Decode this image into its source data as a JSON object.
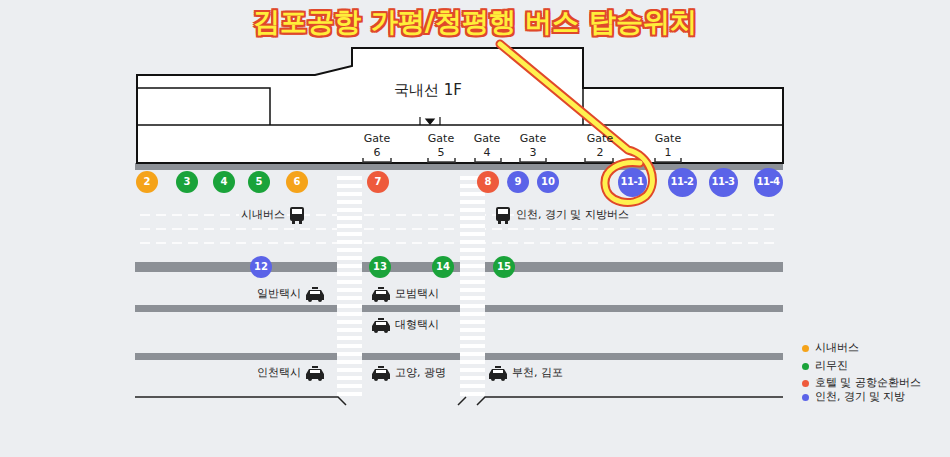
{
  "diagram": {
    "title": "김포공항 가평/청평행 버스 탑승위치",
    "nodes": [
      {
        "text": [
          "국내선 1F"
        ]
      },
      {
        "text": [
          "2"
        ]
      },
      {
        "text": [
          "3"
        ]
      },
      {
        "text": [
          "4"
        ]
      },
      {
        "text": [
          "5"
        ]
      },
      {
        "text": [
          "6"
        ]
      },
      {
        "text": [
          "7"
        ]
      },
      {
        "text": [
          "8"
        ]
      },
      {
        "text": [
          "9"
        ]
      },
      {
        "text": [
          "10"
        ]
      },
      {
        "text": [
          "11-1"
        ]
      },
      {
        "text": [
          "11-2"
        ]
      },
      {
        "text": [
          "11-3"
        ]
      },
      {
        "text": [
          "11-4"
        ]
      },
      {
        "text": [
          "12"
        ]
      },
      {
        "text": [
          "13"
        ]
      },
      {
        "text": [
          "14"
        ]
      },
      {
        "text": [
          "15"
        ]
      }
    ],
    "labels": [
      "Gate 6",
      "Gate 5",
      "Gate 4",
      "Gate 3",
      "Gate 2",
      "Gate 1",
      "시내버스",
      "인천, 경기 및 지방버스",
      "일반택시",
      "모범택시",
      "대형택시",
      "인천택시",
      "고양, 광명",
      "부천, 김포"
    ],
    "legend": [
      {
        "text": "시내버스",
        "color": "#f5a31a"
      },
      {
        "text": "리무진",
        "color": "#1aa33a"
      },
      {
        "text": "호텔 및 공항순환버스",
        "color": "#ee5a3c"
      },
      {
        "text": "인천, 경기 및 지방",
        "color": "#5b63e8"
      }
    ]
  }
}
